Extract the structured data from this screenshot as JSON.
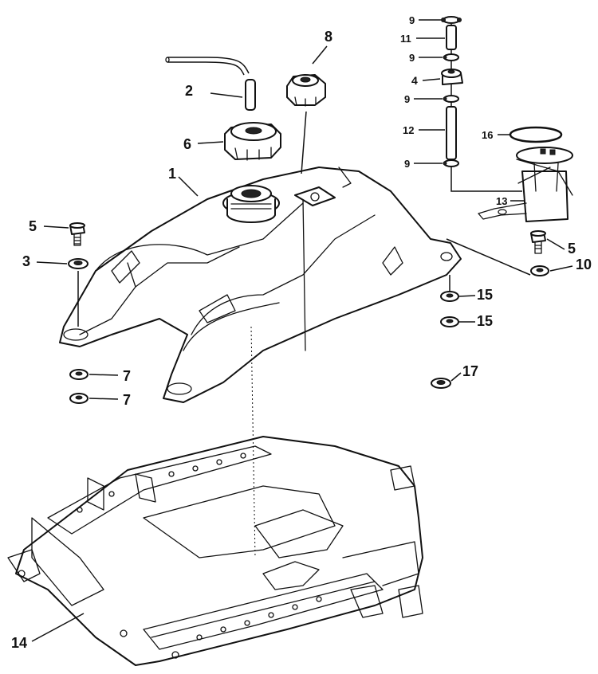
{
  "diagram": {
    "callouts": {
      "c1": "1",
      "c2": "2",
      "c3": "3",
      "c4": "4",
      "c5a": "5",
      "c5b": "5",
      "c6": "6",
      "c7a": "7",
      "c7b": "7",
      "c8": "8",
      "c9a": "9",
      "c9b": "9",
      "c9c": "9",
      "c9d": "9",
      "c10": "10",
      "c11": "11",
      "c12": "12",
      "c13": "13",
      "c14": "14",
      "c15a": "15",
      "c15b": "15",
      "c16": "16",
      "c17": "17"
    }
  }
}
